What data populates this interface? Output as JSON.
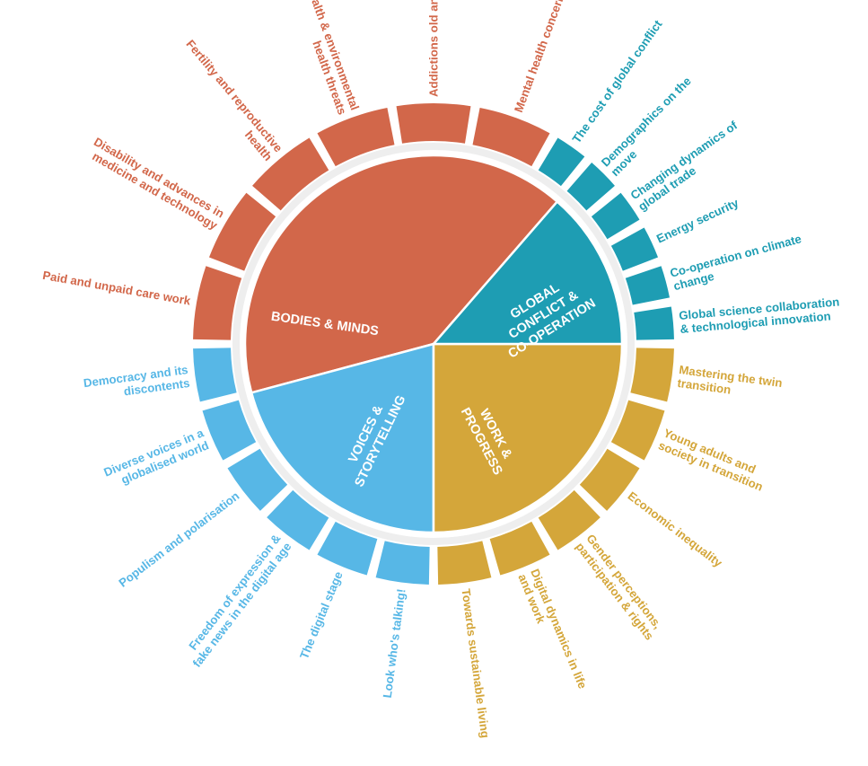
{
  "categories": [
    {
      "id": "bodies-minds",
      "label_lines": [
        "BODIES & MINDS"
      ],
      "color": "#D2674A",
      "topics": [
        {
          "lines": [
            "Paid and unpaid care work"
          ]
        },
        {
          "lines": [
            "Disability and advances in",
            "medicine and technology"
          ]
        },
        {
          "lines": [
            "Fertility and reproductive",
            "health"
          ]
        },
        {
          "lines": [
            "One Health & environmental",
            "health threats"
          ]
        },
        {
          "lines": [
            "Addictions old and new"
          ]
        },
        {
          "lines": [
            "Mental health concerns"
          ]
        }
      ]
    },
    {
      "id": "voices-storytelling",
      "label_lines": [
        "VOICES &",
        "STORYTELLING"
      ],
      "color": "#57B7E6",
      "topics": [
        {
          "lines": [
            "Democracy and its",
            "discontents"
          ]
        },
        {
          "lines": [
            "Diverse voices in a",
            "globalised world"
          ]
        },
        {
          "lines": [
            "Populism and polarisation"
          ]
        },
        {
          "lines": [
            "Freedom of expression &",
            "fake news in the digital age"
          ]
        },
        {
          "lines": [
            "The digital stage"
          ]
        },
        {
          "lines": [
            "Look who's talking!"
          ]
        }
      ]
    },
    {
      "id": "work-progress",
      "label_lines": [
        "WORK &",
        "PROGRESS"
      ],
      "color": "#D4A63A",
      "topics": [
        {
          "lines": [
            "Towards sustainable living"
          ]
        },
        {
          "lines": [
            "Digital dynamics in life",
            "and work"
          ]
        },
        {
          "lines": [
            "Gender perceptions,",
            "participation & rights"
          ]
        },
        {
          "lines": [
            "Economic inequality"
          ]
        },
        {
          "lines": [
            "Young adults and",
            "society in transition"
          ]
        },
        {
          "lines": [
            "Mastering the twin",
            "transition"
          ]
        }
      ]
    },
    {
      "id": "global-conflict",
      "label_lines": [
        "GLOBAL",
        "CONFLICT &",
        "CO-OPERATION"
      ],
      "color": "#1E9DB3",
      "topics": [
        {
          "lines": [
            "Global science collaboration",
            "& technological innovation"
          ]
        },
        {
          "lines": [
            "Co-operation on climate",
            "change"
          ]
        },
        {
          "lines": [
            "Energy security"
          ]
        },
        {
          "lines": [
            "Changing dynamics of",
            "global trade"
          ]
        },
        {
          "lines": [
            "Demographics on the",
            "move"
          ]
        },
        {
          "lines": [
            "The cost of global conflict"
          ]
        }
      ]
    }
  ]
}
